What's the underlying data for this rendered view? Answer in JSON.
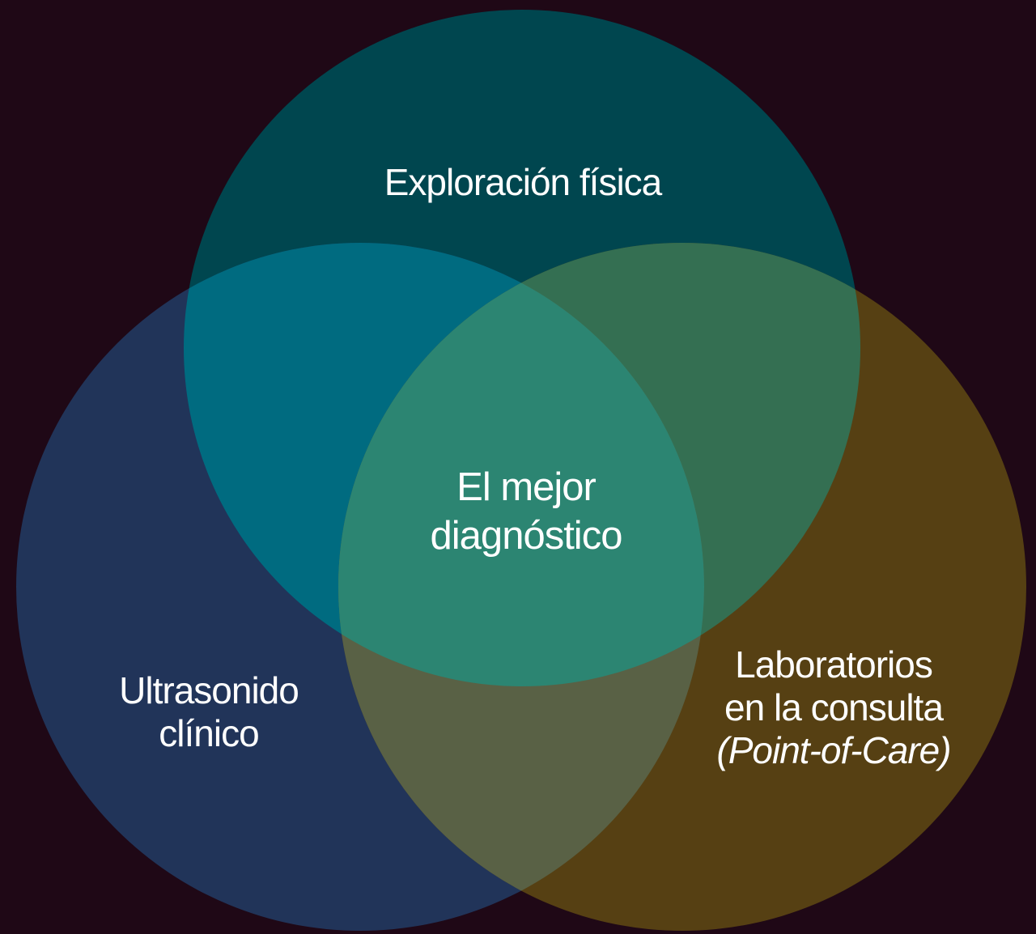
{
  "diagram_type": "venn-3-circles",
  "colors": {
    "background": "#1F0816",
    "top_circle": "#00464F",
    "left_circle": "#213459",
    "right_circle": "#564013",
    "overlap_top_left": "#006B80",
    "overlap_top_right": "#346F52",
    "overlap_left_right": "#596145",
    "overlap_center": "#2C8572",
    "text": "#FFFFFF"
  },
  "labels": {
    "top_circle": "Exploración física",
    "left_circle_line1": "Ultrasonido",
    "left_circle_line2": "clínico",
    "right_circle_line1": "Laboratorios",
    "right_circle_line2": "en la consulta",
    "right_circle_line3": "(Point-of-Care)",
    "center_line1": "El mejor",
    "center_line2": "diagnóstico"
  }
}
